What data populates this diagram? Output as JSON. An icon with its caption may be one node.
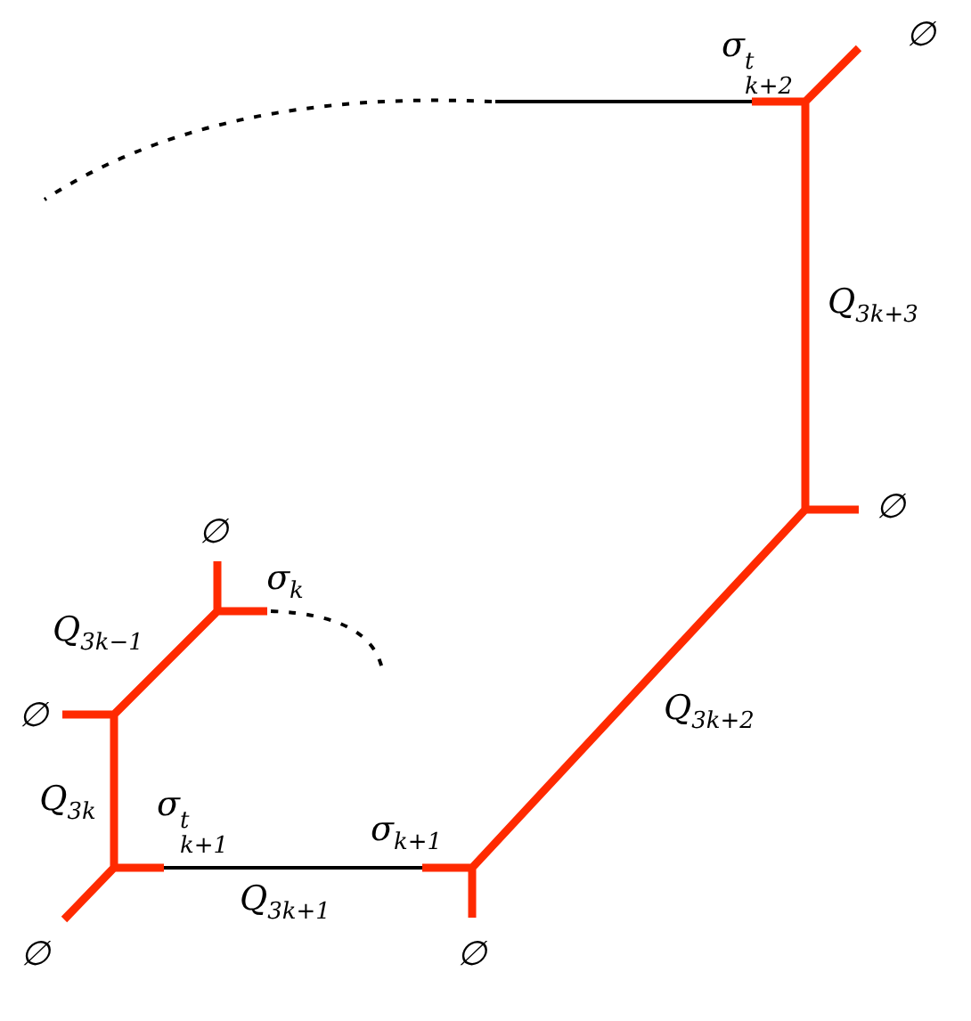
{
  "diagram": {
    "labels": [
      "∅",
      "σ$^{t}$$_{k+2}$",
      "Q$_{3k+3}$",
      "∅",
      "∅",
      "σ$_{k}$",
      "Q$_{3k−1}$",
      "Q$_{3k+2}$",
      "∅",
      "Q$_{3k}$",
      "σ$^{t}$$_{k+1}$",
      "σ$_{k+1}$",
      "Q$_{3k+1}$",
      "∅",
      "∅"
    ]
  }
}
